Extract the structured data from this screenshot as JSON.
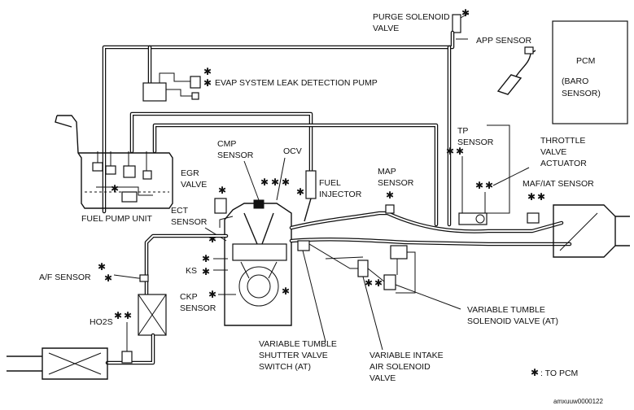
{
  "labels": {
    "purge": [
      "PURGE SOLENOID",
      "VALVE"
    ],
    "app": "APP SENSOR",
    "pcm": "PCM",
    "baro": [
      "(BARO",
      "SENSOR)"
    ],
    "evap": "EVAP SYSTEM LEAK DETECTION PUMP",
    "cmp": [
      "CMP",
      "SENSOR"
    ],
    "ocv": "OCV",
    "tp": [
      "TP",
      "SENSOR"
    ],
    "throttle": [
      "THROTTLE",
      "VALVE",
      "ACTUATOR"
    ],
    "egr": [
      "EGR",
      "VALVE"
    ],
    "fuel_injector": [
      "FUEL",
      "INJECTOR"
    ],
    "map": [
      "MAP",
      "SENSOR"
    ],
    "maf": "MAF/IAT SENSOR",
    "fuel_pump": "FUEL PUMP UNIT",
    "ect": [
      "ECT",
      "SENSOR"
    ],
    "af": "A/F SENSOR",
    "ks": "KS",
    "ckp": [
      "CKP",
      "SENSOR"
    ],
    "ho2s": "HO2S",
    "vt_solenoid": [
      "VARIABLE TUMBLE",
      "SOLENOID VALVE (AT)"
    ],
    "vt_shutter": [
      "VARIABLE TUMBLE",
      "SHUTTER VALVE",
      "SWITCH (AT)"
    ],
    "vi_solenoid": [
      "VARIABLE INTAKE",
      "AIR SOLENOID",
      "VALVE"
    ],
    "legend": ": TO PCM",
    "star": "✱",
    "code": "amxuuw0000122"
  }
}
